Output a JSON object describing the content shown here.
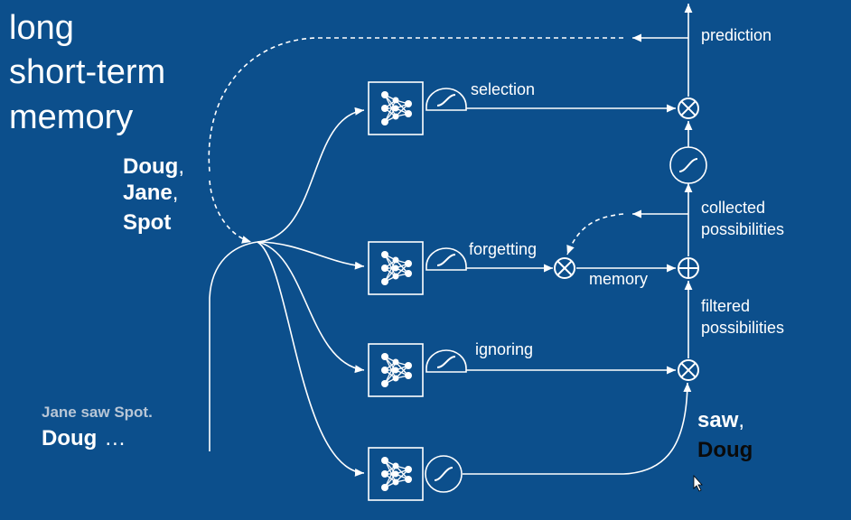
{
  "title": {
    "line1": "long",
    "line2": "short-term",
    "line3": "memory"
  },
  "memory_words": {
    "word1": "Doug",
    "comma1": ",",
    "word2": "Jane",
    "comma2": ",",
    "word3": "Spot"
  },
  "input_text": {
    "line1": "Jane saw Spot.",
    "line2_word": "Doug",
    "line2_ellipsis": "…"
  },
  "output_words": {
    "word1": "saw",
    "comma": ",",
    "word2": "Doug"
  },
  "labels": {
    "prediction": "prediction",
    "selection": "selection",
    "forgetting": "forgetting",
    "ignoring": "ignoring",
    "memory": "memory",
    "collected_line1": "collected",
    "collected_line2": "possibilities",
    "filtered_line1": "filtered",
    "filtered_line2": "possibilities"
  },
  "colors": {
    "background": "#0c4f8c",
    "line": "#ffffff",
    "muted_text": "#b8c6d6",
    "dark_text": "#0a0a0a"
  },
  "icons": {
    "neural_net": "neural-network-icon",
    "squash": "squash-function-icon",
    "multiply": "multiply-icon",
    "add": "add-icon",
    "cursor": "mouse-cursor-icon"
  }
}
